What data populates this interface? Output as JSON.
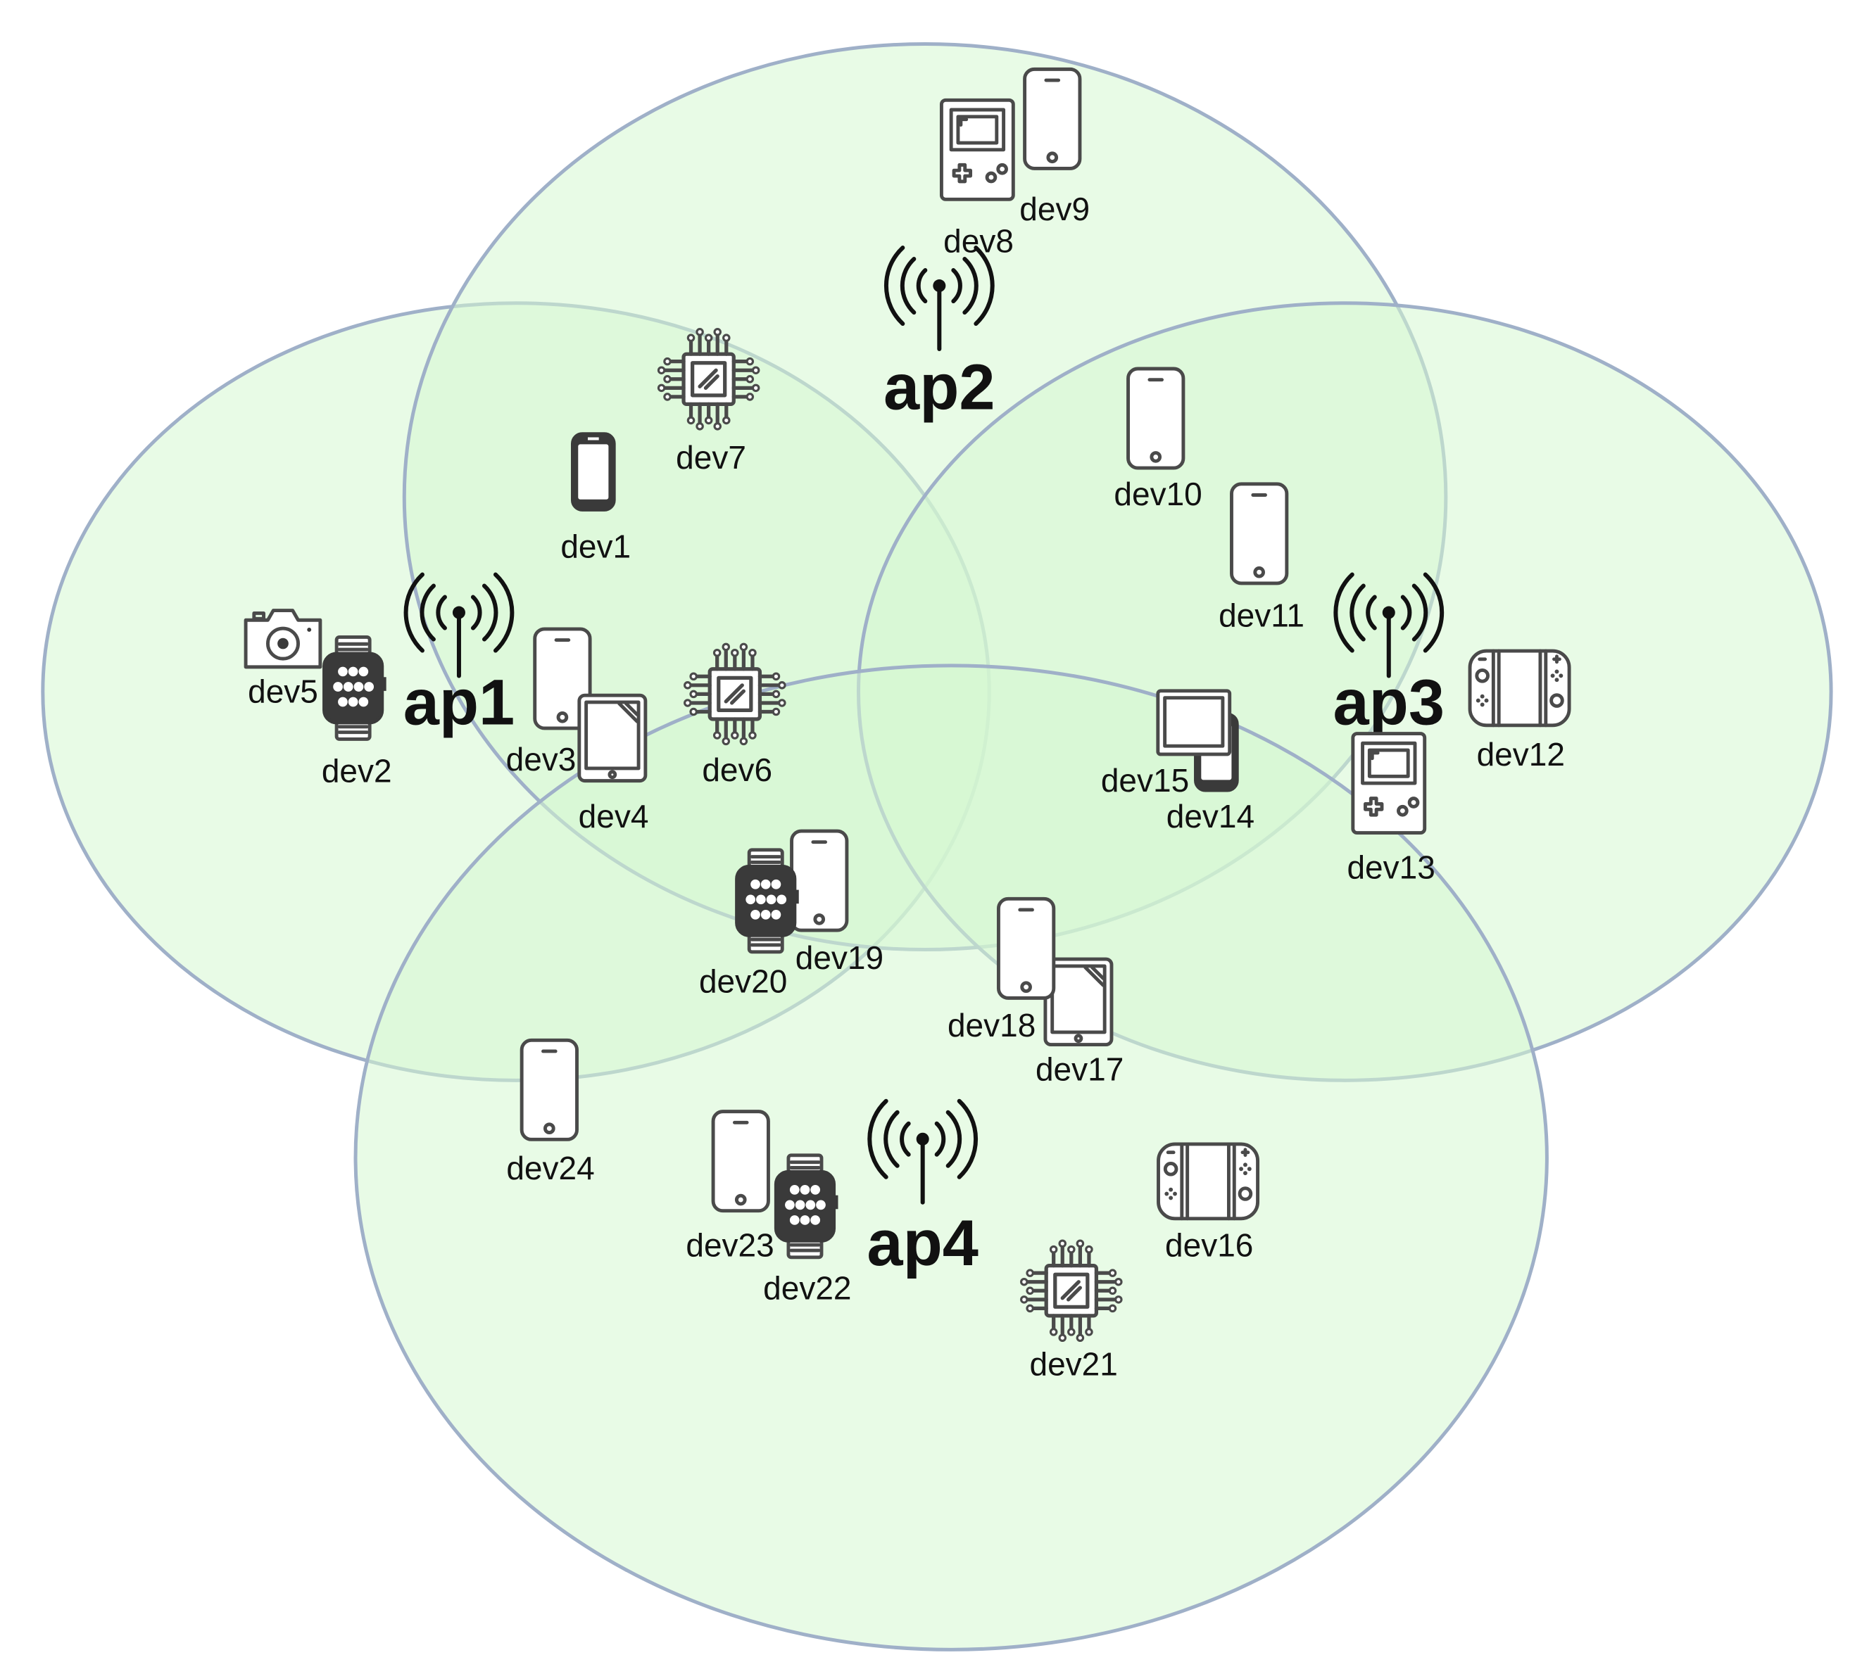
{
  "colors": {
    "coverage_fill": "#d6f7d1",
    "coverage_stroke": "#9fb0c8",
    "icon_stroke": "#4a4a4a",
    "text": "#111111"
  },
  "access_points": [
    {
      "id": "ap1",
      "label": "ap1",
      "icon": "antenna-icon"
    },
    {
      "id": "ap2",
      "label": "ap2",
      "icon": "antenna-icon"
    },
    {
      "id": "ap3",
      "label": "ap3",
      "icon": "antenna-icon"
    },
    {
      "id": "ap4",
      "label": "ap4",
      "icon": "antenna-icon"
    }
  ],
  "devices": [
    {
      "id": "dev1",
      "label": "dev1",
      "icon": "smartphone-icon"
    },
    {
      "id": "dev2",
      "label": "dev2",
      "icon": "smartwatch-icon"
    },
    {
      "id": "dev3",
      "label": "dev3",
      "icon": "phone-outline-icon"
    },
    {
      "id": "dev4",
      "label": "dev4",
      "icon": "tablet-icon"
    },
    {
      "id": "dev5",
      "label": "dev5",
      "icon": "camera-icon"
    },
    {
      "id": "dev6",
      "label": "dev6",
      "icon": "chip-icon"
    },
    {
      "id": "dev7",
      "label": "dev7",
      "icon": "chip-icon"
    },
    {
      "id": "dev8",
      "label": "dev8",
      "icon": "handheld-console-icon"
    },
    {
      "id": "dev9",
      "label": "dev9",
      "icon": "phone-outline-icon"
    },
    {
      "id": "dev10",
      "label": "dev10",
      "icon": "phone-outline-icon"
    },
    {
      "id": "dev11",
      "label": "dev11",
      "icon": "phone-outline-icon"
    },
    {
      "id": "dev12",
      "label": "dev12",
      "icon": "game-console-icon"
    },
    {
      "id": "dev13",
      "label": "dev13",
      "icon": "handheld-console-icon"
    },
    {
      "id": "dev14",
      "label": "dev14",
      "icon": "smartphone-icon"
    },
    {
      "id": "dev15",
      "label": "dev15",
      "icon": "laptop-icon"
    },
    {
      "id": "dev16",
      "label": "dev16",
      "icon": "game-console-icon"
    },
    {
      "id": "dev17",
      "label": "dev17",
      "icon": "tablet-icon"
    },
    {
      "id": "dev18",
      "label": "dev18",
      "icon": "phone-outline-icon"
    },
    {
      "id": "dev19",
      "label": "dev19",
      "icon": "phone-outline-icon"
    },
    {
      "id": "dev20",
      "label": "dev20",
      "icon": "smartwatch-icon"
    },
    {
      "id": "dev21",
      "label": "dev21",
      "icon": "chip-icon"
    },
    {
      "id": "dev22",
      "label": "dev22",
      "icon": "smartwatch-icon"
    },
    {
      "id": "dev23",
      "label": "dev23",
      "icon": "phone-outline-icon"
    },
    {
      "id": "dev24",
      "label": "dev24",
      "icon": "phone-outline-icon"
    }
  ]
}
